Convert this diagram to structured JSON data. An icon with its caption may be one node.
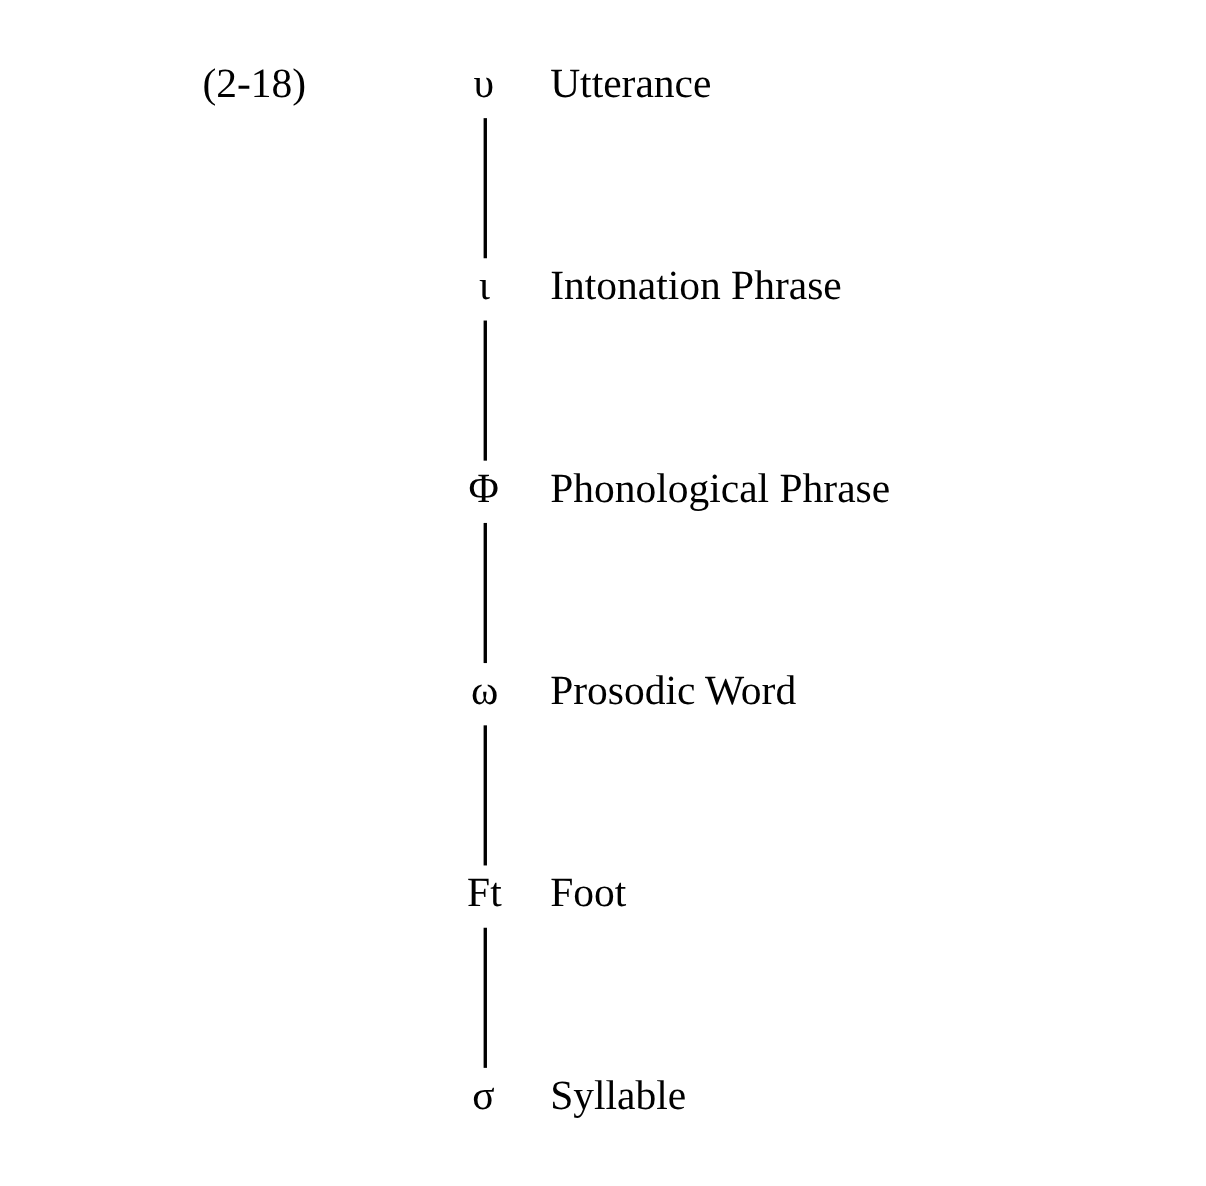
{
  "diagram": {
    "nodes": [
      {
        "text": [
          "υ"
        ],
        "beside": [
          "Utterance"
        ]
      },
      {
        "text": [
          "ι"
        ],
        "beside": [
          "Intonation Phrase"
        ]
      },
      {
        "text": [
          "Φ"
        ],
        "beside": [
          "Phonological Phrase"
        ]
      },
      {
        "text": [
          "ω"
        ],
        "beside": [
          "Prosodic Word"
        ]
      },
      {
        "text": [
          "Ft"
        ],
        "beside": [
          "Foot"
        ]
      },
      {
        "text": [
          "σ"
        ],
        "beside": [
          "Syllable"
        ]
      }
    ],
    "edges": [
      {
        "from": 0,
        "to": 1,
        "arrow": "none"
      },
      {
        "from": 1,
        "to": 2,
        "arrow": "none"
      },
      {
        "from": 2,
        "to": 3,
        "arrow": "none"
      },
      {
        "from": 3,
        "to": 4,
        "arrow": "none"
      },
      {
        "from": 4,
        "to": 5,
        "arrow": "none"
      }
    ],
    "labels": [
      "(2-18)"
    ]
  }
}
